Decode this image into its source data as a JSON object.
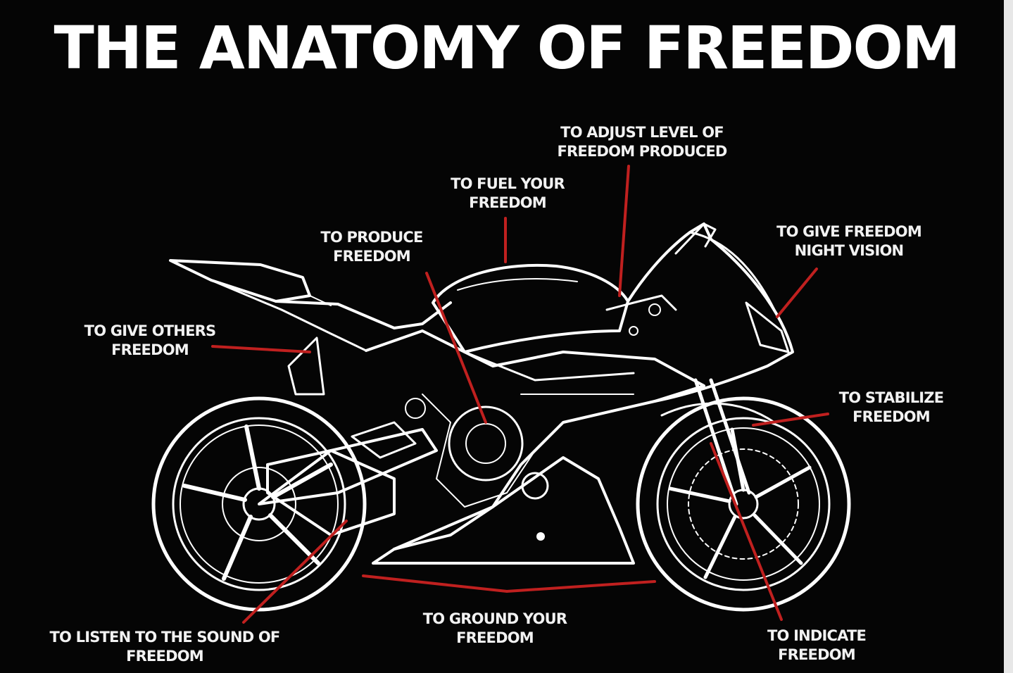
{
  "title": "THE ANATOMY OF FREEDOM",
  "colors": {
    "background": "#050505",
    "text": "#f2f2f2",
    "outline": "#ffffff",
    "leader_line": "#c0201f"
  },
  "labels": {
    "adjust_level": [
      "TO ADJUST LEVEL OF",
      "FREEDOM PRODUCED"
    ],
    "fuel": [
      "TO FUEL YOUR",
      "FREEDOM"
    ],
    "produce": [
      "TO PRODUCE",
      "FREEDOM"
    ],
    "night_vision": [
      "TO GIVE FREEDOM",
      "NIGHT VISION"
    ],
    "give_others": [
      "TO GIVE OTHERS",
      "FREEDOM"
    ],
    "stabilize": [
      "TO STABILIZE",
      "FREEDOM"
    ],
    "listen": [
      "TO LISTEN TO THE SOUND OF",
      "FREEDOM"
    ],
    "ground": [
      "TO GROUND YOUR",
      "FREEDOM"
    ],
    "indicate": [
      "TO INDICATE",
      "FREEDOM"
    ]
  }
}
